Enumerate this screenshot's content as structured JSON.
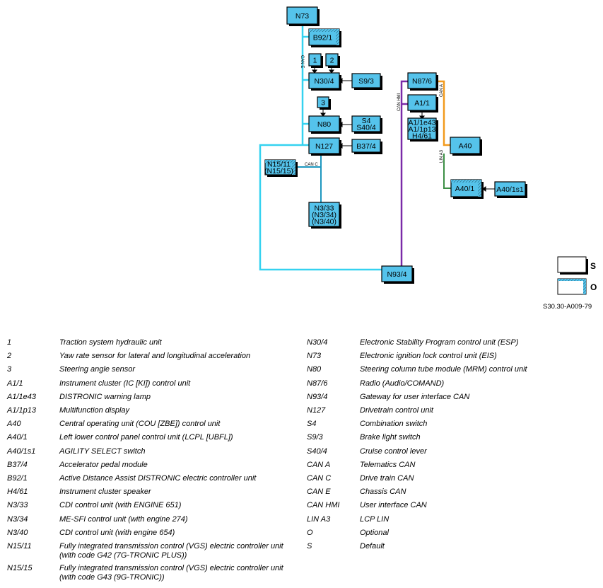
{
  "colors": {
    "module_fill": "#55c3eb",
    "can_e": "#35d2f0",
    "can_c": "#1d97bf",
    "can_hmi": "#7a2aa8",
    "can_a": "#f29a1e",
    "lin_a3": "#3c8f45"
  },
  "diagram": {
    "components": {
      "n73": "N73",
      "b92_1": "B92/1",
      "c1": "1",
      "c2": "2",
      "n30_4": "N30/4",
      "s9_3": "S9/3",
      "c3": "3",
      "n80": "N80",
      "s4": "S4",
      "s40_4": "S40/4",
      "n127": "N127",
      "b37_4": "B37/4",
      "n15_11": "N15/11",
      "n15_15": "(N15/15)",
      "n3_33": "N3/33",
      "n3_34": "(N3/34)",
      "n3_40": "(N3/40)",
      "n93_4": "N93/4",
      "n87_6": "N87/6",
      "a1_1": "A1/1",
      "a1_1e43": "A1/1e43",
      "a1_1p13": "A1/1p13",
      "h4_61": "H4/61",
      "a40": "A40",
      "a40_1": "A40/1",
      "a40_1s1": "A40/1s1"
    },
    "bus_labels": {
      "can_e": "CAN E",
      "can_c": "CAN C",
      "can_hmi": "CAN HMI",
      "can_a": "CAN A",
      "lin_a3": "LIN A3"
    },
    "key": {
      "s": "S",
      "o": "O"
    },
    "reference": "S30.30-A009-79"
  },
  "legend_left": [
    {
      "code": "1",
      "desc": "Traction system hydraulic unit"
    },
    {
      "code": "2",
      "desc": "Yaw rate sensor for lateral and longitudinal acceleration"
    },
    {
      "code": "3",
      "desc": "Steering angle sensor"
    },
    {
      "code": "A1/1",
      "desc": "Instrument cluster (IC [KI]) control unit"
    },
    {
      "code": "A1/1e43",
      "desc": "DISTRONIC warning lamp"
    },
    {
      "code": "A1/1p13",
      "desc": "Multifunction display"
    },
    {
      "code": "A40",
      "desc": "Central operating unit (COU [ZBE]) control unit"
    },
    {
      "code": "A40/1",
      "desc": "Left lower control panel control unit (LCPL [UBFL])"
    },
    {
      "code": "A40/1s1",
      "desc": "AGILITY SELECT switch"
    },
    {
      "code": "B37/4",
      "desc": "Accelerator pedal module"
    },
    {
      "code": "B92/1",
      "desc": "Active Distance Assist DISTRONIC electric controller unit"
    },
    {
      "code": "H4/61",
      "desc": "Instrument cluster speaker"
    },
    {
      "code": "N3/33",
      "desc": "CDI control unit (with ENGINE 651)"
    },
    {
      "code": "N3/34",
      "desc": "ME-SFI control unit (with engine 274)"
    },
    {
      "code": "N3/40",
      "desc": "CDI control unit (with engine 654)"
    },
    {
      "code": "N15/11",
      "desc": "Fully integrated transmission control (VGS) electric controller unit\n(with code G42 (7G-TRONIC PLUS))"
    },
    {
      "code": "N15/15",
      "desc": "Fully integrated transmission control (VGS) electric controller unit\n(with code G43 (9G-TRONIC))"
    }
  ],
  "legend_right": [
    {
      "code": "N30/4",
      "desc": "Electronic Stability Program control unit (ESP)"
    },
    {
      "code": "N73",
      "desc": "Electronic ignition lock control unit (EIS)"
    },
    {
      "code": "N80",
      "desc": "Steering column tube module (MRM) control unit"
    },
    {
      "code": "N87/6",
      "desc": "Radio (Audio/COMAND)"
    },
    {
      "code": "N93/4",
      "desc": "Gateway for user interface CAN"
    },
    {
      "code": "N127",
      "desc": "Drivetrain control unit"
    },
    {
      "code": "S4",
      "desc": "Combination switch"
    },
    {
      "code": "S9/3",
      "desc": "Brake light switch"
    },
    {
      "code": "S40/4",
      "desc": "Cruise control lever"
    },
    {
      "code": "CAN A",
      "desc": "Telematics CAN"
    },
    {
      "code": "CAN C",
      "desc": "Drive train CAN"
    },
    {
      "code": "CAN E",
      "desc": "Chassis CAN"
    },
    {
      "code": "CAN HMI",
      "desc": "User interface CAN"
    },
    {
      "code": "LIN A3",
      "desc": "LCP LIN"
    },
    {
      "code": "O",
      "desc": "Optional"
    },
    {
      "code": "S",
      "desc": "Default"
    }
  ]
}
